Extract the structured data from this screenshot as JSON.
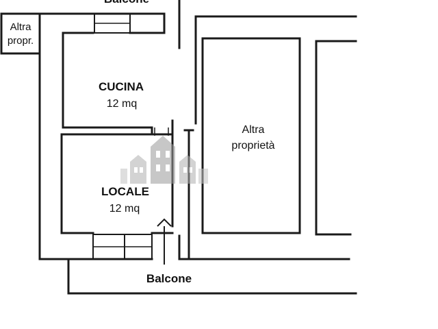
{
  "labels": {
    "balcony_top": "Balcone",
    "other_property_small_line1": "Altra",
    "other_property_small_line2": "propr.",
    "kitchen_name": "CUCINA",
    "kitchen_area": "12 mq",
    "other_property_line1": "Altra",
    "other_property_line2": "proprietà",
    "room_name": "LOCALE",
    "room_area": "12 mq",
    "balcony_bottom": "Balcone"
  },
  "watermark": {
    "icon": "buildings-logo-icon",
    "color": "#9a9a9a"
  }
}
